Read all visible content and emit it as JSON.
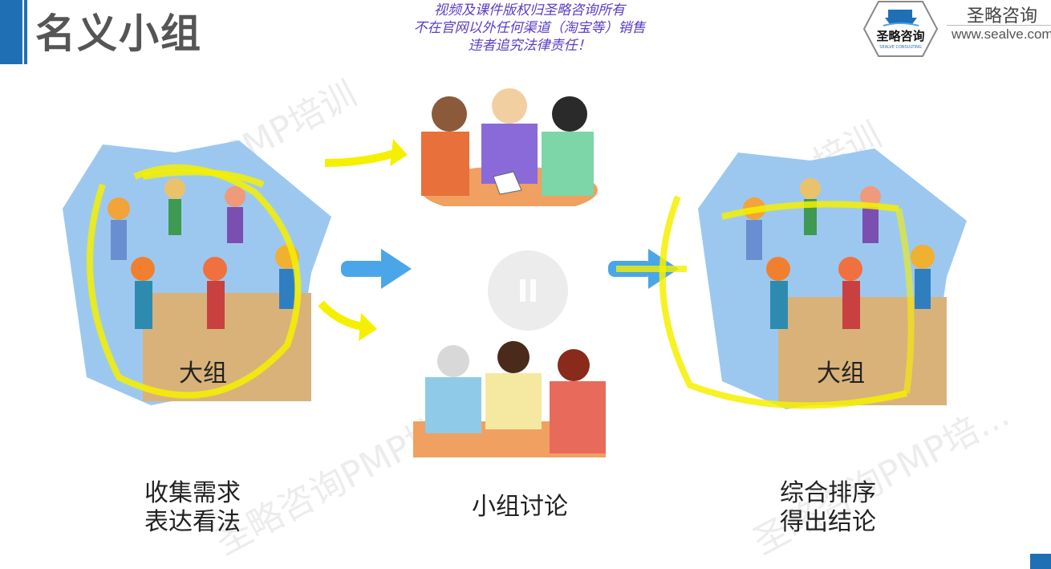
{
  "header": {
    "title": "名义小组",
    "copyright_lines": [
      "视频及课件版权归圣略咨询所有",
      "不在官网以外任何渠道（淘宝等）销售",
      "违者追究法律责任！"
    ]
  },
  "brand": {
    "logo_text": "圣略咨询",
    "logo_subtext": "SEALVE CONSULTING",
    "name": "圣略咨询",
    "url": "www.sealve.com"
  },
  "diagram": {
    "left_group_label": "大组",
    "right_group_label": "大组",
    "captions": {
      "collect": [
        "收集需求",
        "表达看法"
      ],
      "discuss": "小组讨论",
      "rank": [
        "综合排序",
        "得出结论"
      ]
    }
  },
  "watermarks": [
    "PMP培训",
    "圣略咨询PMP培训",
    "培训",
    "圣略咨询PMP培..."
  ],
  "colors": {
    "accent": "#1f6fb5",
    "copyright": "#5a3ec8",
    "highlight": "#f5f000",
    "sky": "#9cc8f0",
    "cliff": "#d9b27a",
    "arrow": "#4aa6e8"
  }
}
